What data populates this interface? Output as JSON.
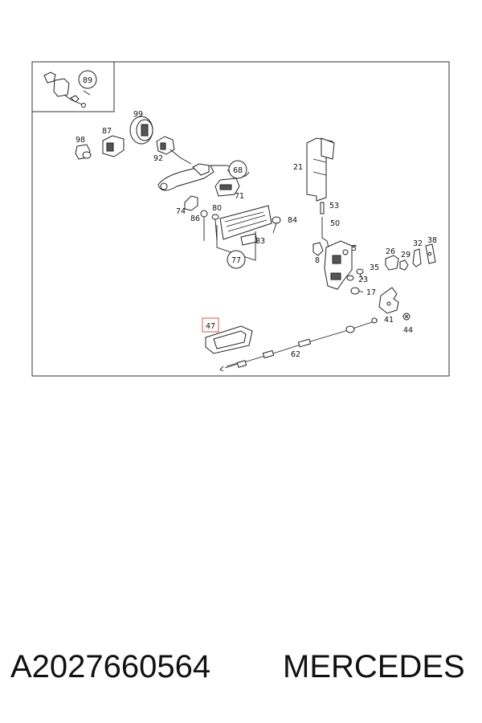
{
  "callouts": {
    "c89": "89",
    "c99": "99",
    "c87": "87",
    "c98": "98",
    "c92": "92",
    "c68": "68",
    "c71": "71",
    "c74": "74",
    "c86": "86",
    "c80": "80",
    "c84": "84",
    "c83": "83",
    "c77": "77",
    "c21": "21",
    "c53": "53",
    "c50": "50",
    "c5": "5",
    "c8": "8",
    "c26": "26",
    "c32": "32",
    "c38": "38",
    "c29": "29",
    "c35": "35",
    "c23": "23",
    "c17": "17",
    "c41": "41",
    "c44": "44",
    "c47": "47",
    "c62": "62"
  },
  "highlight_color": "#e05050",
  "footer": {
    "part_number": "A2027660564",
    "brand": "MERCEDES"
  }
}
